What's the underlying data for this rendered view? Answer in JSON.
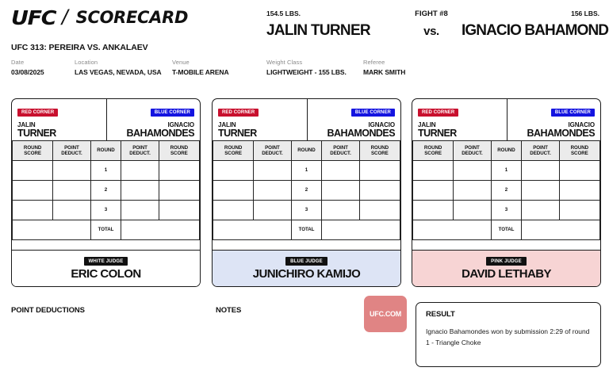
{
  "header": {
    "brand_ufc": "UFC",
    "brand_slash": "/",
    "brand_word": "SCORECARD",
    "event_title": "UFC 313: PEREIRA VS. ANKALAEV",
    "meta": [
      {
        "label": "Date",
        "value": "03/08/2025"
      },
      {
        "label": "Location",
        "value": "LAS VEGAS, NEVADA, USA"
      },
      {
        "label": "Venue",
        "value": "T-MOBILE ARENA"
      }
    ],
    "bout": {
      "red_weight": "154.5 LBS.",
      "blue_weight": "156 LBS.",
      "fight_number": "FIGHT #8",
      "red_fighter": "JALIN TURNER",
      "vs": "vs.",
      "blue_fighter": "IGNACIO BAHAMONDES"
    },
    "meta2": [
      {
        "label": "Weight Class",
        "value": "LIGHTWEIGHT - 155 LBS."
      },
      {
        "label": "Referee",
        "value": "MARK SMITH"
      }
    ]
  },
  "scorecard_common": {
    "red_corner_badge": "RED CORNER",
    "blue_corner_badge": "BLUE CORNER",
    "red_first": "JALIN",
    "red_last": "TURNER",
    "blue_first": "IGNACIO",
    "blue_last": "BAHAMONDES",
    "columns": [
      "ROUND SCORE",
      "POINT DEDUCT.",
      "ROUND",
      "POINT DEDUCT.",
      "ROUND SCORE"
    ],
    "col_round_score": "ROUND\nSCORE",
    "col_point_deduct": "POINT\nDEDUCT.",
    "col_round": "ROUND",
    "rounds": [
      "1",
      "2",
      "3"
    ],
    "total_label": "TOTAL",
    "round_values": [
      {
        "red_score": "",
        "red_deduct": "",
        "blue_deduct": "",
        "blue_score": ""
      },
      {
        "red_score": "",
        "red_deduct": "",
        "blue_deduct": "",
        "blue_score": ""
      },
      {
        "red_score": "",
        "red_deduct": "",
        "blue_deduct": "",
        "blue_score": ""
      }
    ],
    "total_values": {
      "red": "",
      "blue": ""
    }
  },
  "scorecards": [
    {
      "judge_badge": "WHITE JUDGE",
      "judge_name": "ERIC COLON",
      "theme": "white"
    },
    {
      "judge_badge": "BLUE JUDGE",
      "judge_name": "JUNICHIRO KAMIJO",
      "theme": "blue"
    },
    {
      "judge_badge": "PINK JUDGE",
      "judge_name": "DAVID LETHABY",
      "theme": "pink"
    }
  ],
  "footer": {
    "point_deductions_label": "POINT DEDUCTIONS",
    "notes_label": "NOTES",
    "ufc_badge_text": "UFC.COM",
    "result_title": "RESULT",
    "result_text": "Ignacio Bahamondes won by submission 2:29 of round 1 - Triangle Choke"
  },
  "colors": {
    "red_corner": "#c8102e",
    "blue_corner": "#1414e0",
    "blue_judge_bg": "#dde4f5",
    "pink_judge_bg": "#f7d4d4",
    "ufc_badge_bg": "#e08484",
    "ink": "#111111"
  }
}
